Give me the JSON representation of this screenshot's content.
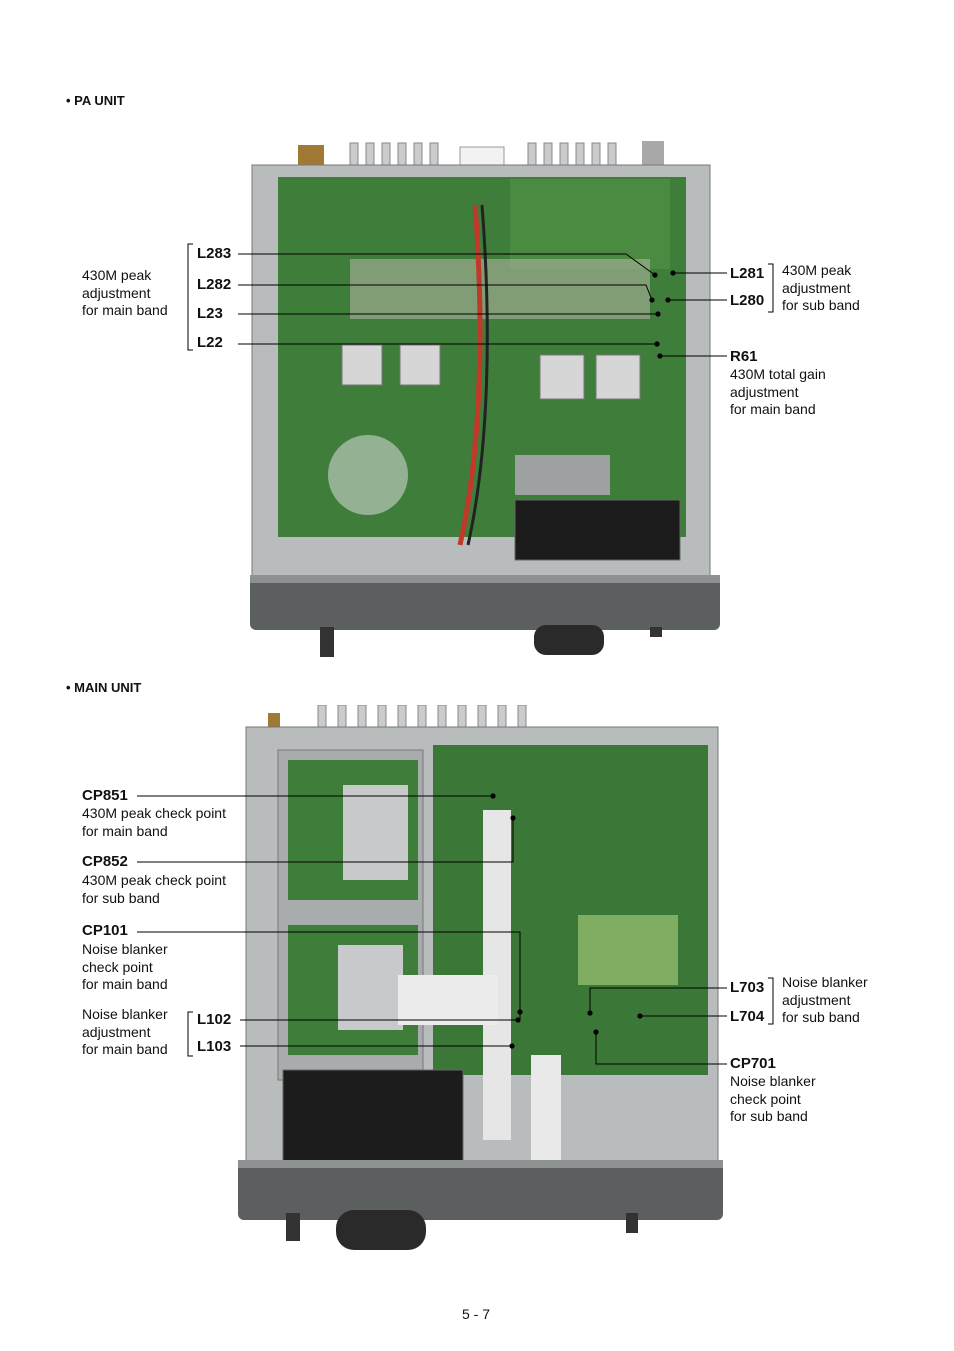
{
  "sections": {
    "pa_title": "• PA UNIT",
    "main_title": "• MAIN UNIT"
  },
  "pa": {
    "left_group_desc": "430M peak\nadjustment\nfor main band",
    "labels": {
      "L283": "L283",
      "L282": "L282",
      "L23": "L23",
      "L22": "L22",
      "L281": "L281",
      "L280": "L280",
      "R61": "R61"
    },
    "right_group_desc": "430M peak\nadjustment\nfor sub band",
    "r61_desc": "430M total gain\nadjustment\nfor main band"
  },
  "main": {
    "cp851": "CP851",
    "cp851_desc": "430M peak check point\nfor main band",
    "cp852": "CP852",
    "cp852_desc": "430M peak check point\nfor sub band",
    "cp101": "CP101",
    "cp101_desc": "Noise blanker\ncheck point\nfor main band",
    "nb_main_desc": "Noise blanker\nadjustment\nfor main band",
    "l102": "L102",
    "l103": "L103",
    "l703": "L703",
    "l704": "L704",
    "nb_sub_desc": "Noise blanker\nadjustment\nfor sub band",
    "cp701": "CP701",
    "cp701_desc": "Noise blanker\ncheck point\nfor sub band"
  },
  "page_number": "5 - 7",
  "colors": {
    "pcb": "#3f7d3a",
    "chassis": "#b9bcbd",
    "panel": "#5b5f60",
    "line": "#000000"
  }
}
